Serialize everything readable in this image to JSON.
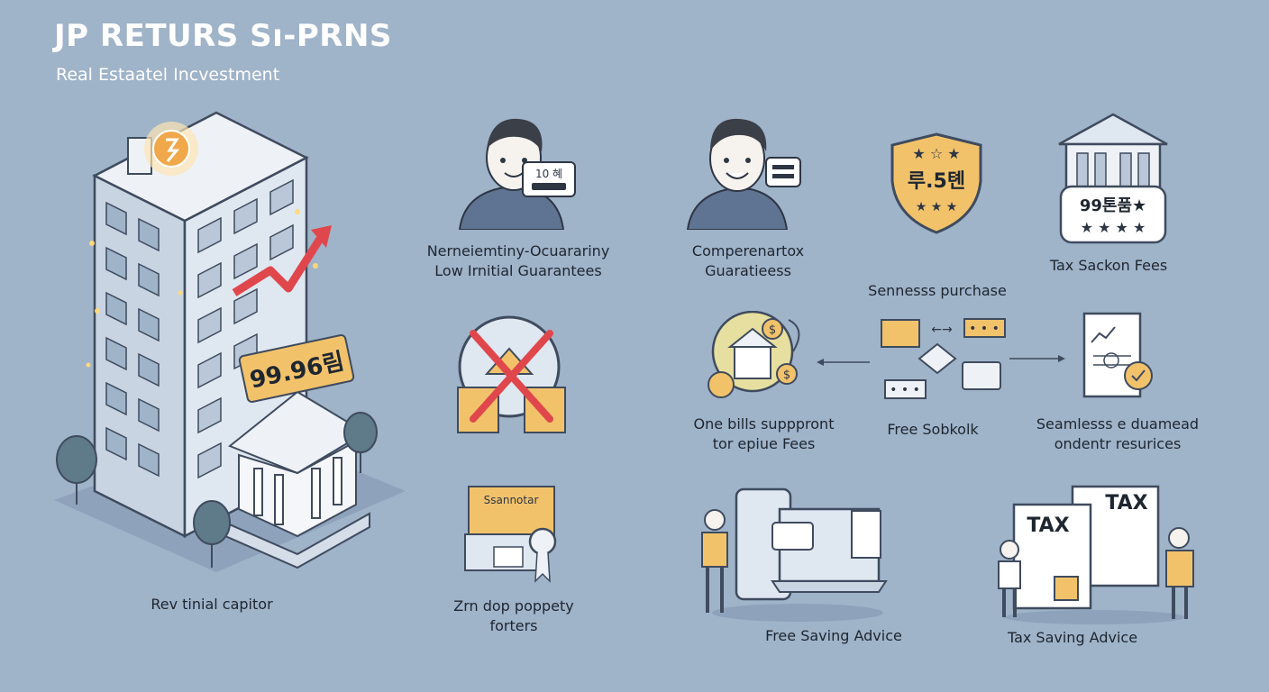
{
  "header": {
    "title": "JP RETURS Sı-PRNS",
    "subtitle": "Real Estaatel Incvestment"
  },
  "badges": {
    "price_tag": "99.96림",
    "bubble_one_top": "10 혜",
    "shield_text": "루.5톈",
    "rating_card": "99톤품★"
  },
  "captions": {
    "building": "Rev tinial capitor",
    "person_one": [
      "Nerneiemtiny-Ocuarariny",
      "Low Irnitial Guarantees"
    ],
    "person_two": [
      "Comperenartox",
      "Guaratieess"
    ],
    "gallery": "Tax Sackon Fees",
    "purchase": "Sennesss purchase",
    "no_property": [],
    "support": [
      "One bills supppront",
      "tor epiue Fees"
    ],
    "free_sobkolk": "Free Sobkolk",
    "seamless": [
      "Seamlesss e duamead",
      "ondentr resurices"
    ],
    "zero_drop": [
      "Zrn dop poppety",
      "forters"
    ],
    "certificate_label": "Ssannotar",
    "free_saving": "Free Saving Advice",
    "tax_saving": "Tax Saving Advice",
    "tax_word": "TAX"
  },
  "colors": {
    "background": "#9fb3c9",
    "accent": "#f2c26b",
    "red": "#e0474c",
    "navy": "#3f4b5e"
  }
}
